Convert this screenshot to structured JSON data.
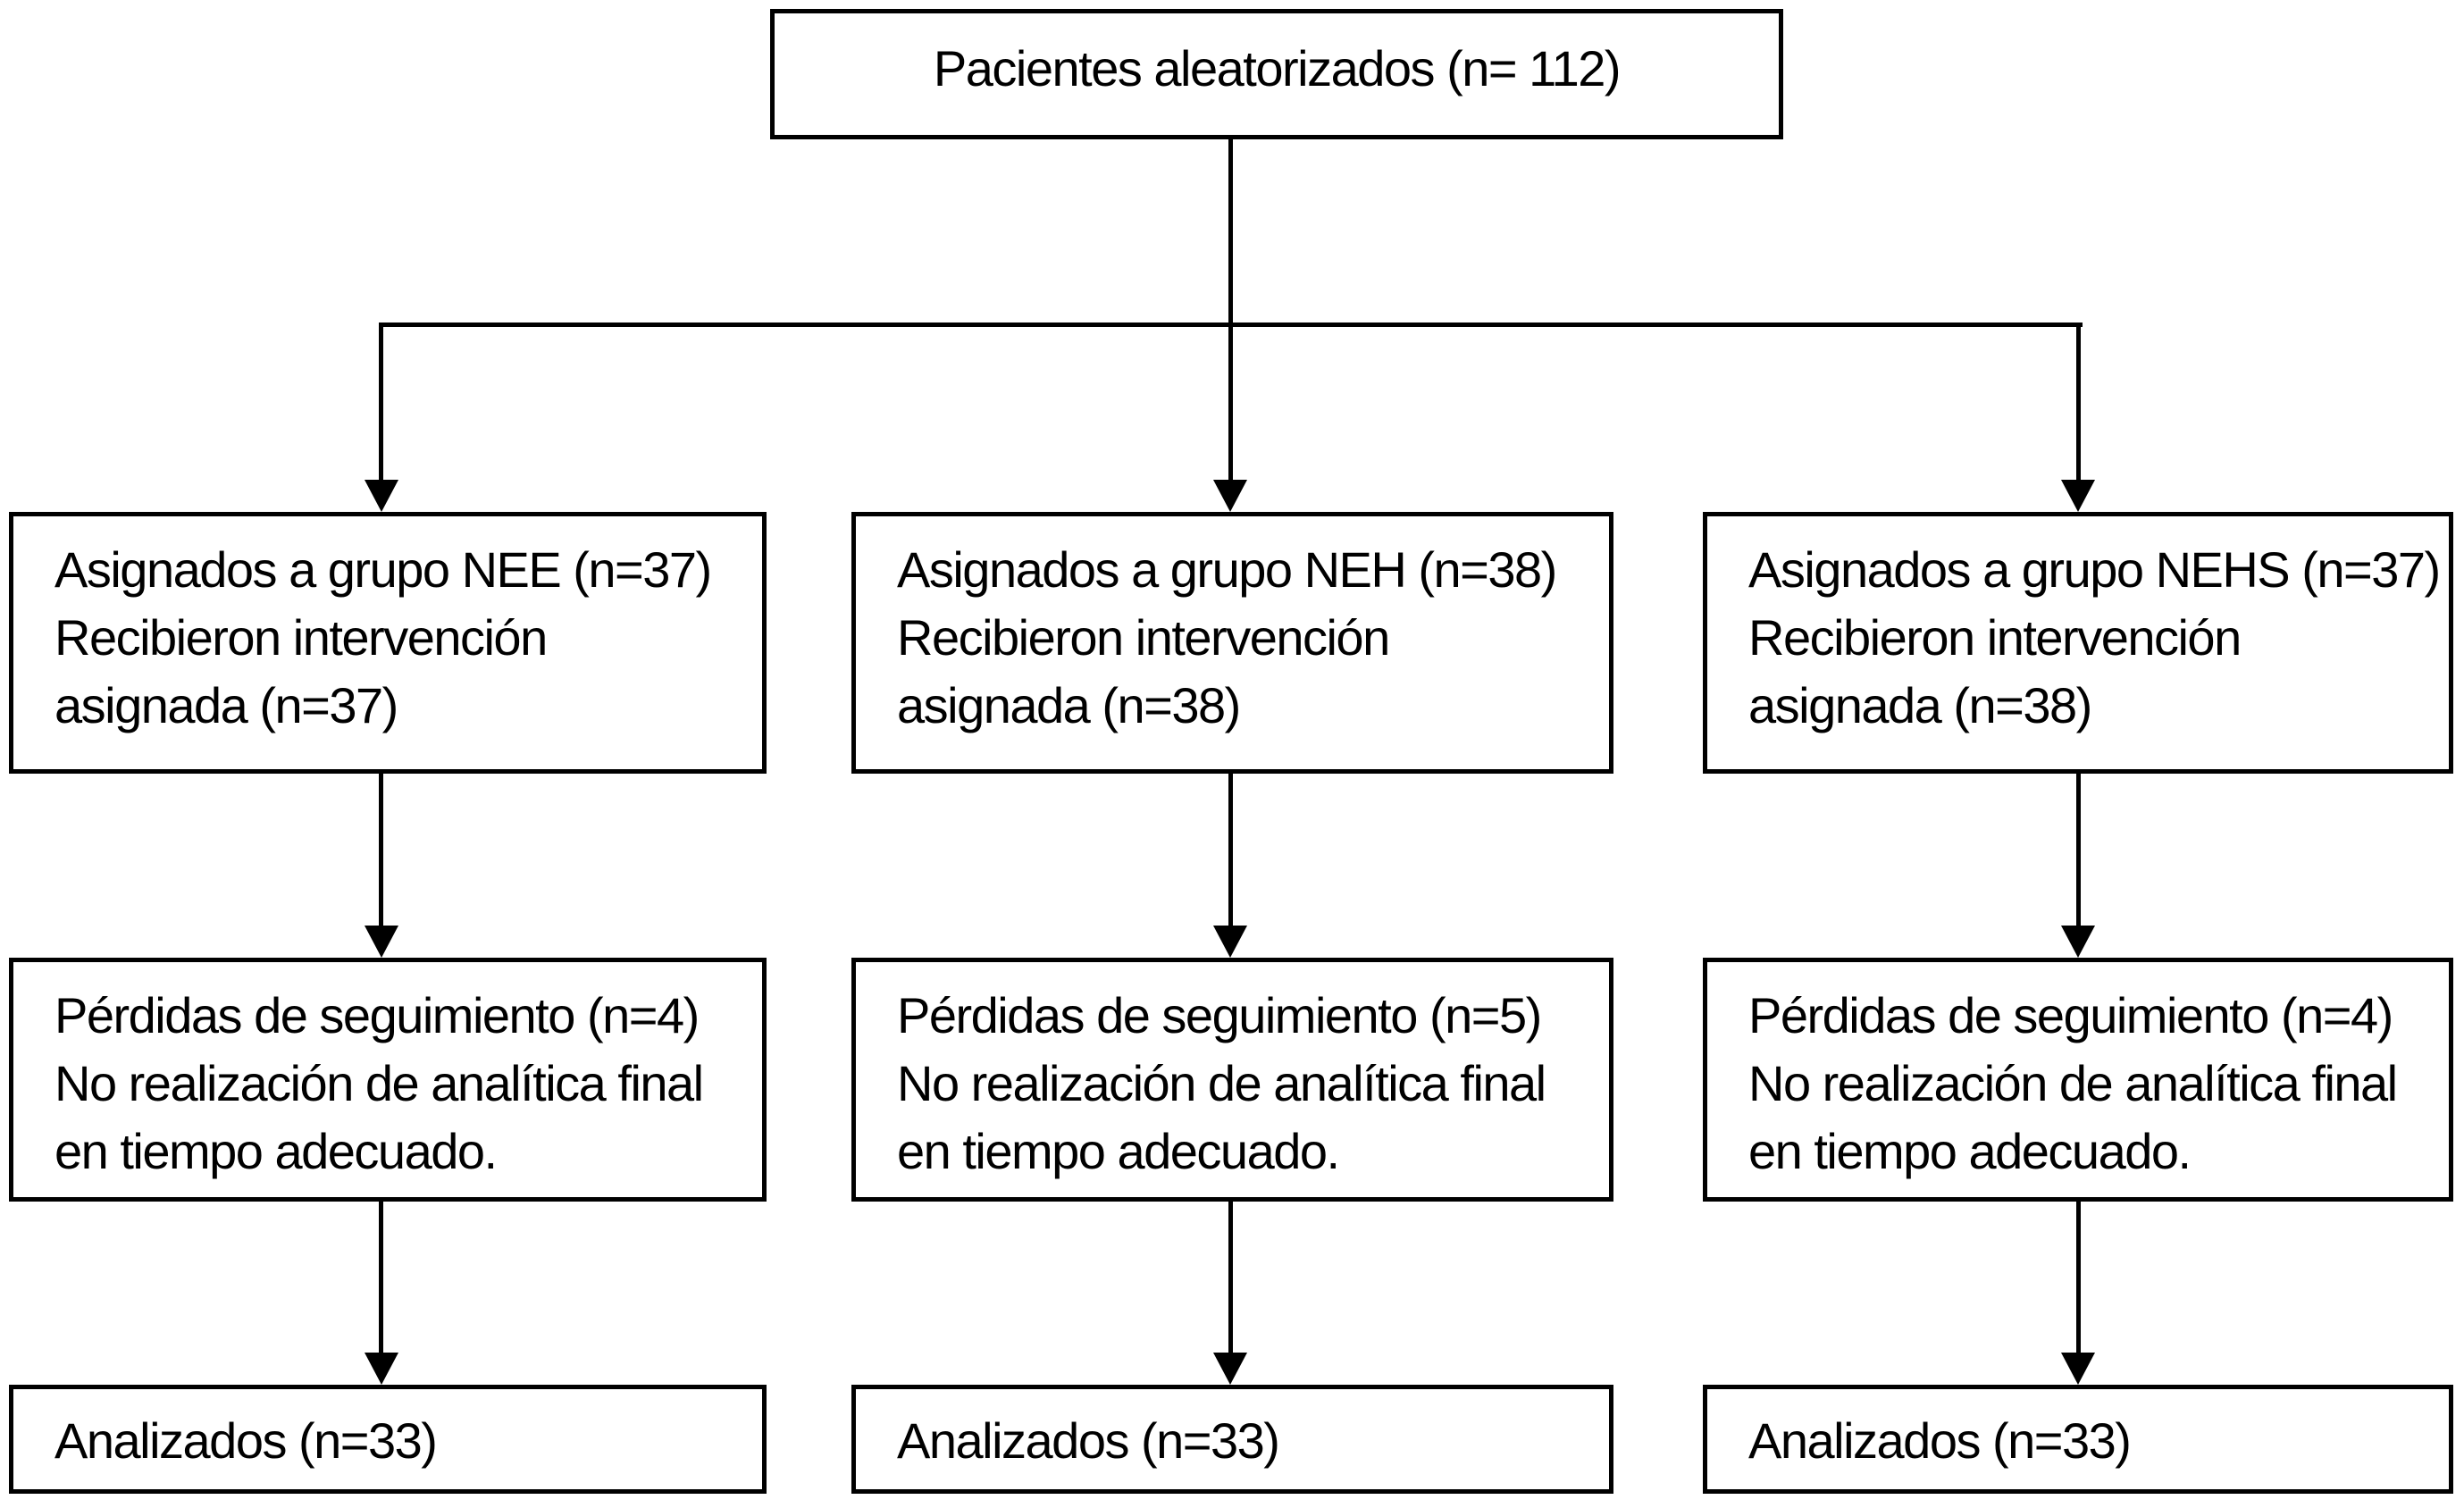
{
  "diagram": {
    "background_color": "#ffffff",
    "line_color": "#000000",
    "randomized_box": {
      "text": "Pacientes aleatorizados (n= 112)"
    },
    "groups": [
      {
        "name": "NEE",
        "assigned_box": {
          "lines": [
            "Asignados a grupo NEE (n=37)",
            "Recibieron intervención",
            "asignada (n=37)"
          ]
        },
        "lost_followup_box": {
          "lines": [
            "Pérdidas de seguimiento (n=4)",
            "No realización de analítica final",
            "en tiempo adecuado."
          ]
        },
        "analyzed_box": {
          "text": "Analizados (n=33)"
        }
      },
      {
        "name": "NEH",
        "assigned_box": {
          "lines": [
            "Asignados a grupo NEH (n=38)",
            "Recibieron intervención",
            "asignada (n=38)"
          ]
        },
        "lost_followup_box": {
          "lines": [
            "Pérdidas de seguimiento (n=5)",
            "No realización de analítica final",
            "en tiempo adecuado."
          ]
        },
        "analyzed_box": {
          "text": "Analizados (n=33)"
        }
      },
      {
        "name": "NEHS",
        "assigned_box": {
          "lines": [
            "Asignados a grupo NEHS (n=37)",
            "Recibieron intervención",
            "asignada (n=38)"
          ]
        },
        "lost_followup_box": {
          "lines": [
            "Pérdidas de seguimiento (n=4)",
            "No realización de analítica final",
            "en tiempo adecuado."
          ]
        },
        "analyzed_box": {
          "text": "Analizados (n=33)"
        }
      }
    ]
  }
}
